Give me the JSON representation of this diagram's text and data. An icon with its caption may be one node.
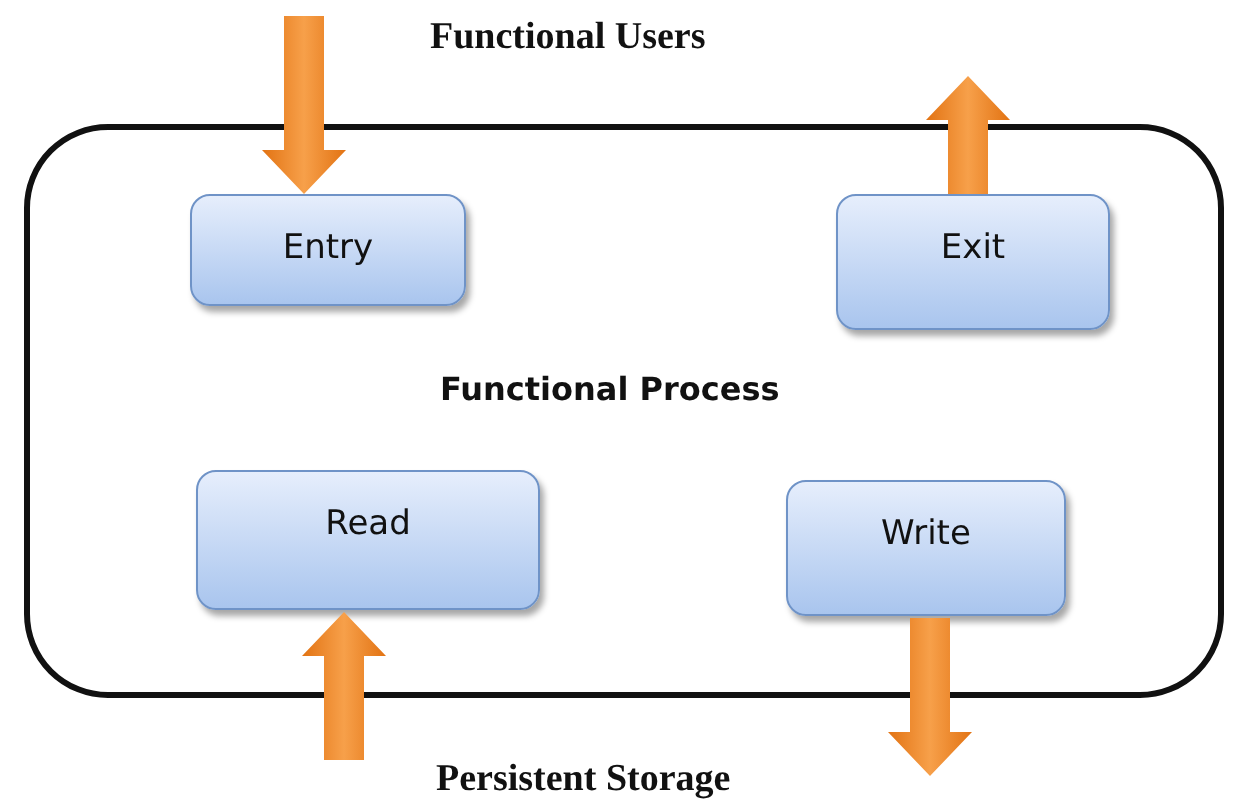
{
  "diagram": {
    "nodes": [
      {
        "text": [
          "Functional Process"
        ]
      },
      {
        "text": [
          "Entry"
        ],
        "in": 0
      },
      {
        "text": [
          "Exit"
        ],
        "in": 0
      },
      {
        "text": [
          "Read"
        ],
        "in": 0
      },
      {
        "text": [
          "Write"
        ],
        "in": 0
      }
    ],
    "edges": [
      {
        "from": null,
        "to": 1,
        "arrow": "to"
      },
      {
        "from": 2,
        "to": null,
        "arrow": "to"
      },
      {
        "from": null,
        "to": 3,
        "arrow": "to"
      },
      {
        "from": 4,
        "to": null,
        "arrow": "to"
      }
    ],
    "labels": [
      "Functional Users",
      "Persistent Storage"
    ]
  }
}
